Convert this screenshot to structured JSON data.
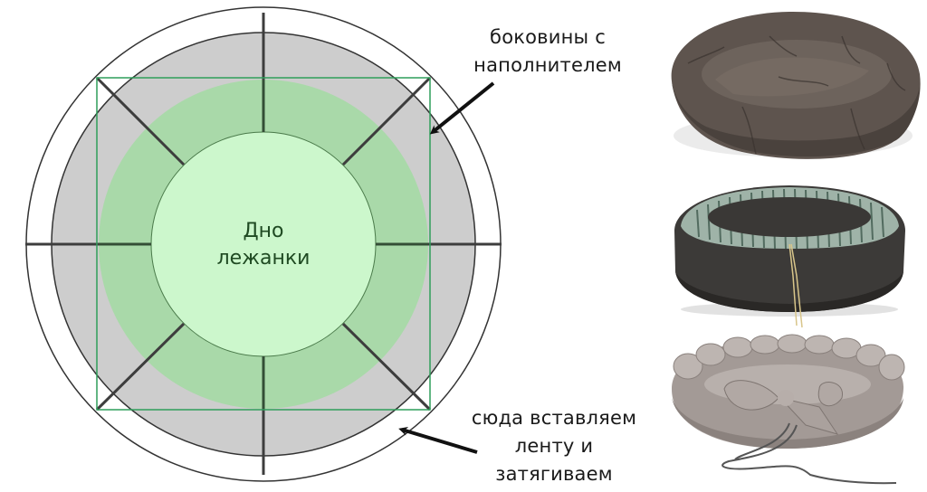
{
  "diagram": {
    "center_label": {
      "line1": "Дно",
      "line2": "лежанки"
    },
    "callout_top": {
      "line1": "боковины с",
      "line2": "наполнителем"
    },
    "callout_bottom": {
      "line1": "сюда вставляем",
      "line2": "ленту и",
      "line3": "затягиваем"
    },
    "colors": {
      "bottom_circle": "#ccf7cc",
      "sides_ring": "#a9d9a9",
      "outer_fabric": "#cdcdcd",
      "seam_square": "#2e9e5a",
      "lines": "#3a3a3a",
      "text_center": "#1f4a22"
    }
  },
  "photos": [
    {
      "name": "brown-donut-bed",
      "color": "#5e544e"
    },
    {
      "name": "dark-bed-striped-rim",
      "color": "#3c3a38"
    },
    {
      "name": "plush-bed-with-bow",
      "color": "#a39a96"
    }
  ]
}
